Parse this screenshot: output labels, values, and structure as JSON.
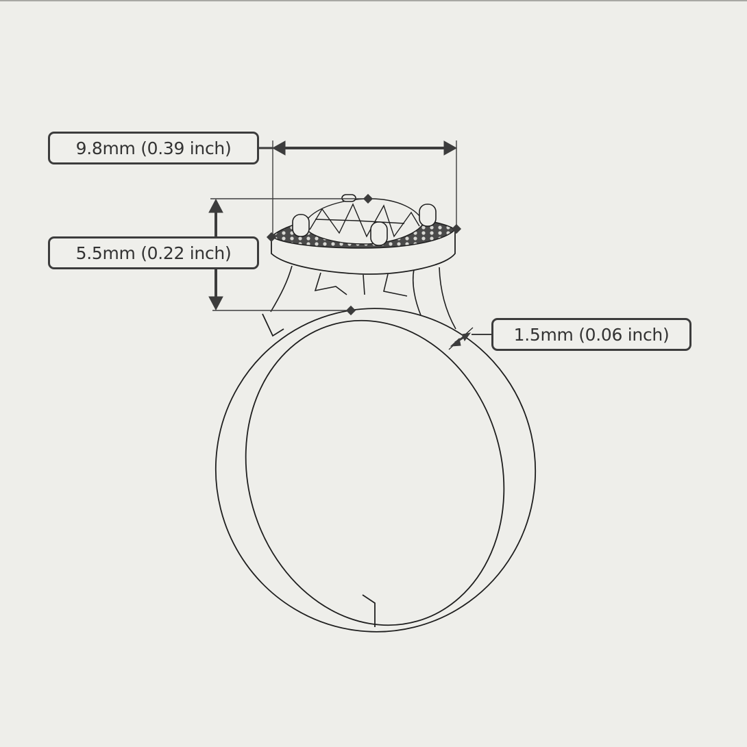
{
  "diagram": {
    "subject": "Halo engagement ring technical drawing",
    "colors": {
      "background": "#eeeeea",
      "line": "#222222",
      "dimension": "#3c3c3c",
      "label_text": "#333333"
    },
    "dimensions": {
      "width": {
        "label": "9.8mm (0.39 inch)",
        "value_mm": 9.8,
        "value_inch": 0.39,
        "orientation": "horizontal"
      },
      "height": {
        "label": "5.5mm (0.22 inch)",
        "value_mm": 5.5,
        "value_inch": 0.22,
        "orientation": "vertical"
      },
      "band_width": {
        "label": "1.5mm (0.06 inch)",
        "value_mm": 1.5,
        "value_inch": 0.06,
        "orientation": "diagonal"
      }
    }
  }
}
